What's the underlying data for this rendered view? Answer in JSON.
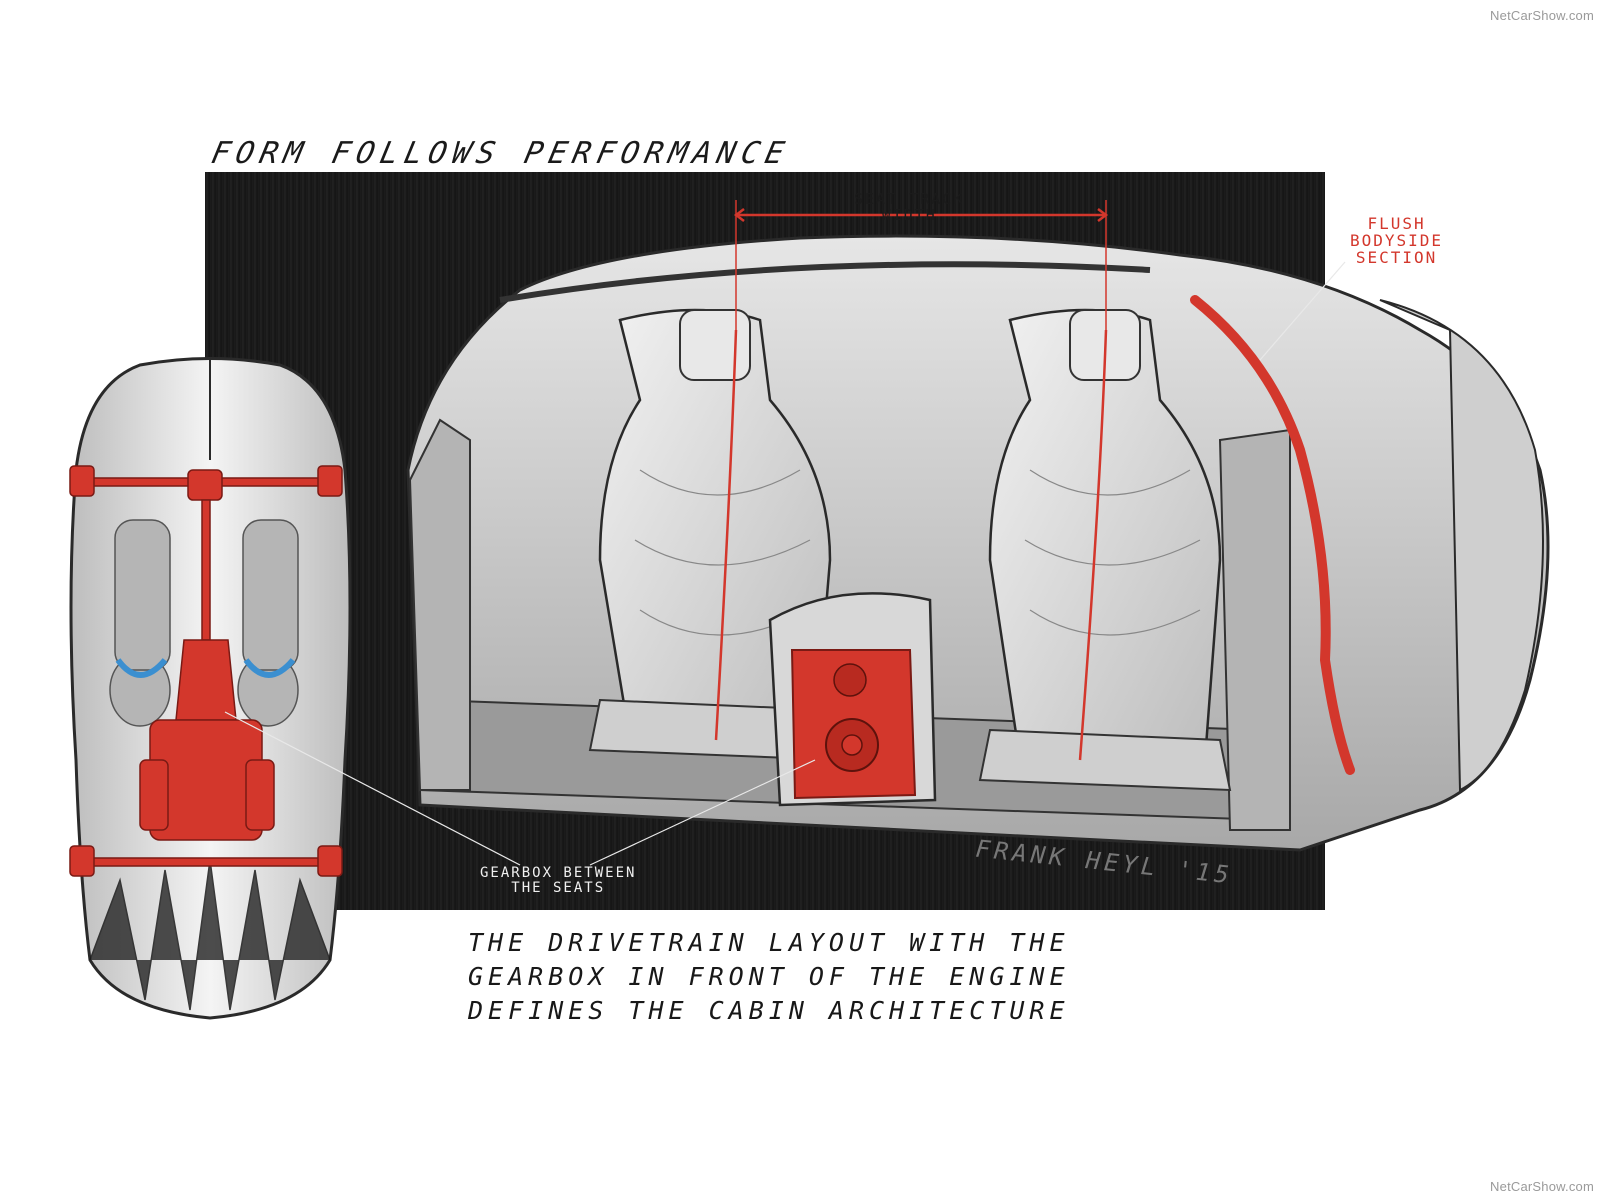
{
  "watermark": "NetCarShow.com",
  "headline": "FORM FOLLOWS PERFORMANCE",
  "annotations": {
    "seat_track_line1": "SEAT TRACK",
    "seat_track_line2": "WIDTH",
    "flush_line1": "FLUSH",
    "flush_line2": "BODYSIDE",
    "flush_line3": "SECTION",
    "gearbox_line1": "GEARBOX BETWEEN",
    "gearbox_line2": "THE SEATS"
  },
  "signature": "FRANK HEYL '15",
  "caption": [
    "THE DRIVETRAIN LAYOUT WITH THE",
    "GEARBOX IN FRONT OF THE ENGINE",
    "DEFINES THE CABIN ARCHITECTURE"
  ],
  "colors": {
    "accent_red": "#d3372c",
    "panel_dark": "#1a1a1a",
    "sketch_grey": "#8a8a8a",
    "harness_blue": "#3b8fd0"
  }
}
